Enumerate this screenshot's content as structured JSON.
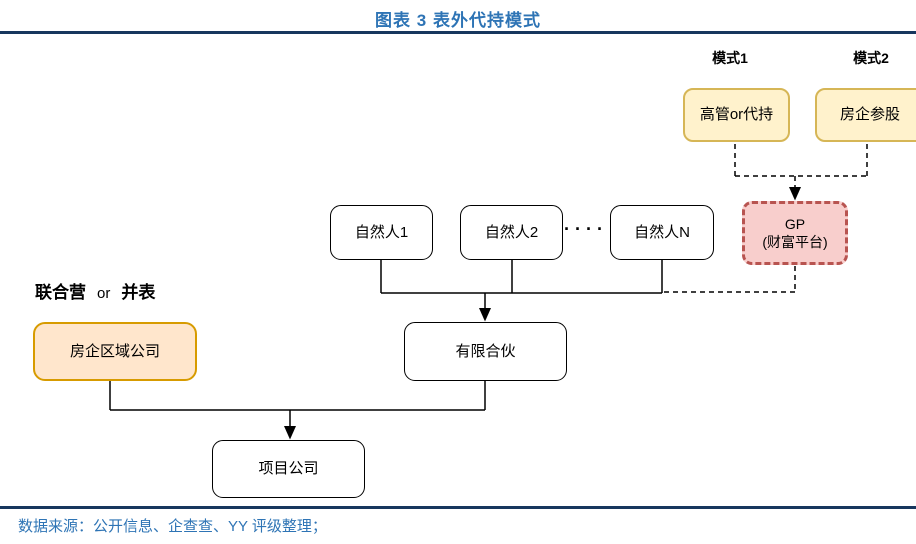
{
  "header": {
    "title": "图表 3 表外代持模式"
  },
  "diagram": {
    "mode1_label": "模式1",
    "mode2_label": "模式2",
    "nodes": {
      "executive_proxy": "高管or代持",
      "developer_stake": "房企参股",
      "gp_line1": "GP",
      "gp_line2": "(财富平台)",
      "natural_person_1": "自然人1",
      "natural_person_2": "自然人2",
      "natural_person_n": "自然人N",
      "regional_company": "房企区域公司",
      "limited_partnership": "有限合伙",
      "project_company": "项目公司"
    },
    "joint_label": {
      "left": "联合营",
      "or": "or",
      "right": "并表"
    },
    "ellipsis_dots": "····"
  },
  "footer": {
    "source_text": "数据来源：公开信息、企查查、YY 评级整理；"
  },
  "colors": {
    "title_blue": "#2E74B5",
    "rule_navy": "#17375E",
    "yellow_fill": "#FFF2CC",
    "yellow_border": "#D6B656",
    "orange_fill": "#FFE6CC",
    "orange_border": "#D79B00",
    "gp_fill": "#F8CECC",
    "gp_border": "#B85450",
    "connector_black": "#000000"
  }
}
